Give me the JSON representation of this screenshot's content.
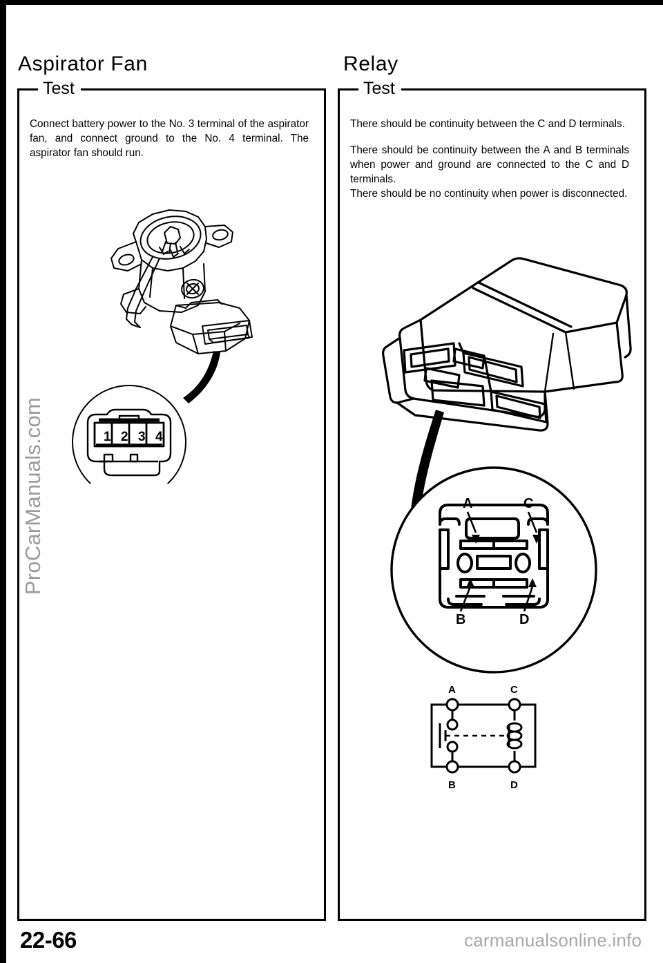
{
  "page": {
    "number": "22-66",
    "watermark_side": "ProCarManuals.com",
    "watermark_bottom": "carmanualsonline.info"
  },
  "sections": {
    "left": {
      "heading": "Aspirator Fan",
      "legend": "Test",
      "paragraphs": [
        "Connect battery power to the No. 3 terminal of the aspirator fan, and connect ground to the No. 4 terminal. The aspirator fan should run."
      ],
      "figure": {
        "name": "aspirator-fan-illustration",
        "callout_label": "connector-terminal-callout",
        "connector_terminals": [
          "1",
          "2",
          "3",
          "4"
        ]
      }
    },
    "right": {
      "heading": "Relay",
      "legend": "Test",
      "paragraphs": [
        "There should be continuity between the C and D terminals.",
        "There should be continuity between the A and B terminals when power and ground are connected to the C and D terminals.",
        "There should be no continuity when power is disconnected."
      ],
      "figure": {
        "name": "relay-illustration",
        "callout_label": "relay-terminal-callout",
        "terminal_labels": {
          "top_left": "A",
          "top_right": "C",
          "bottom_left": "B",
          "bottom_right": "D"
        }
      },
      "schematic": {
        "name": "relay-circuit-schematic",
        "node_labels": {
          "top_left": "A",
          "top_right": "C",
          "bottom_left": "B",
          "bottom_right": "D"
        }
      }
    }
  },
  "colors": {
    "ink": "#000000",
    "paper": "#ffffff",
    "watermark": "#9b9b9b"
  }
}
